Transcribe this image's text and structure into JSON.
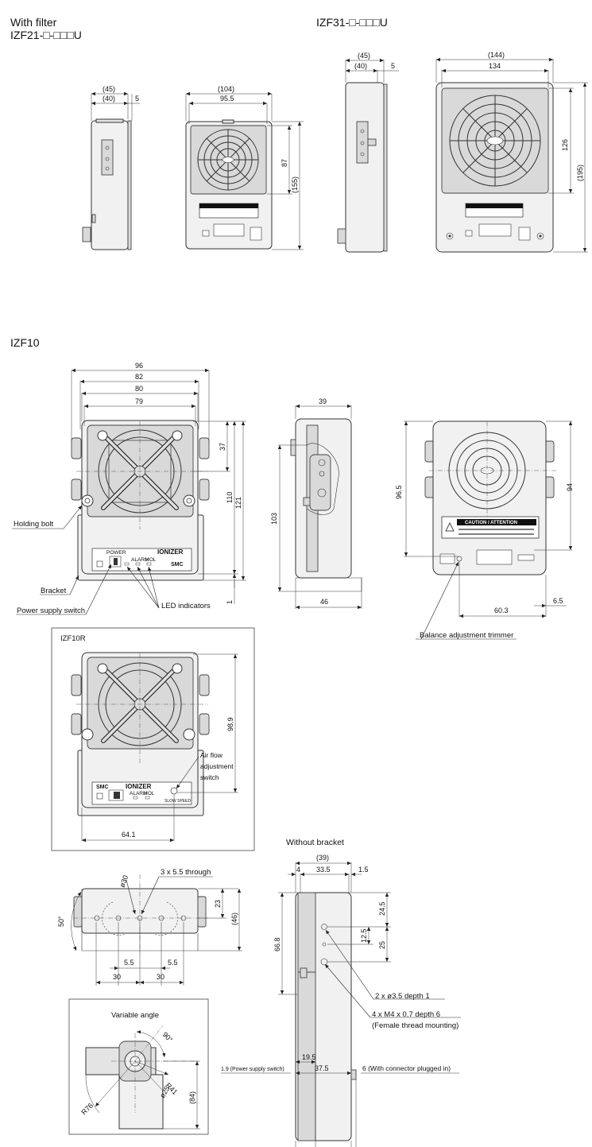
{
  "titles": {
    "with_filter_line1": "With filter",
    "with_filter_line2": "IZF21-□-□□□U",
    "izf31": "IZF31-□-□□□U",
    "izf10": "IZF10",
    "izf10r": "IZF10R",
    "without_bracket": "Without bracket",
    "variable_angle": "Variable angle"
  },
  "izf21": {
    "side": {
      "overall": "(45)",
      "body": "(40)",
      "offset": "5"
    },
    "front": {
      "width_overall": "(104)",
      "width": "95.5",
      "fan_height": "87",
      "height": "(155)"
    }
  },
  "izf31": {
    "side": {
      "overall": "(45)",
      "body": "(40)",
      "offset": "5"
    },
    "front": {
      "width_overall": "(144)",
      "width": "134",
      "fan_height": "126",
      "height": "(195)"
    }
  },
  "izf10": {
    "front": {
      "w96": "96",
      "w82": "82",
      "w80": "80",
      "w79": "79",
      "h37": "37",
      "h110": "110",
      "h121": "121",
      "h1": "1",
      "panel_power": "POWER",
      "panel_alarm": "ALARM",
      "panel_hol": "HOL",
      "panel_ionizer": "IONIZER",
      "panel_logo": "SMC"
    },
    "side": {
      "w39": "39",
      "h103": "103",
      "w46": "46"
    },
    "rear": {
      "h96_5": "96.5",
      "h94": "94",
      "w60_3": "60.3",
      "w6_5": "6.5",
      "caution": "CAUTION / ATTENTION"
    },
    "labels": {
      "holding_bolt": "Holding bolt",
      "bracket": "Bracket",
      "power_supply_switch": "Power supply switch",
      "led_indicators": "LED indicators",
      "balance_trimmer": "Balance adjustment trimmer"
    }
  },
  "izf10r": {
    "h98_9": "98.9",
    "w64_1": "64.1",
    "air_flow_1": "Air flow",
    "air_flow_2": "adjustment",
    "air_flow_3": "switch",
    "panel_ionizer": "IONIZER",
    "panel_alarm": "ALARM",
    "panel_hol": "HOL",
    "panel_logo": "SMC",
    "panel_slow_speed": "SLOW SPEED"
  },
  "bottom": {
    "through": "3 x 5.5 through",
    "dia30": "ø30",
    "angle50": "50°",
    "h23": "23",
    "h46": "(46)",
    "w5_5a": "5.5",
    "w5_5b": "5.5",
    "w30a": "30",
    "w30b": "30"
  },
  "wob": {
    "w39": "(39)",
    "w4": "4",
    "w33_5": "33.5",
    "w1_5": "1.5",
    "h24_5": "24.5",
    "h12_5": "12.5",
    "h25": "25",
    "h66_8": "66.8",
    "depth1": "2 x ø3.5 depth 1",
    "m4": "4 x M4 x 0.7 depth 6",
    "female": "(Female thread mounting)",
    "w19_5": "19.5",
    "w37_5": "37.5",
    "ps": "1.9 (Power supply switch)",
    "conn": "6 (With connector plugged in)"
  },
  "variable": {
    "angle90": "90°",
    "r41": "R41",
    "r76": "R76",
    "d25": "ø25",
    "h84": "(84)"
  }
}
